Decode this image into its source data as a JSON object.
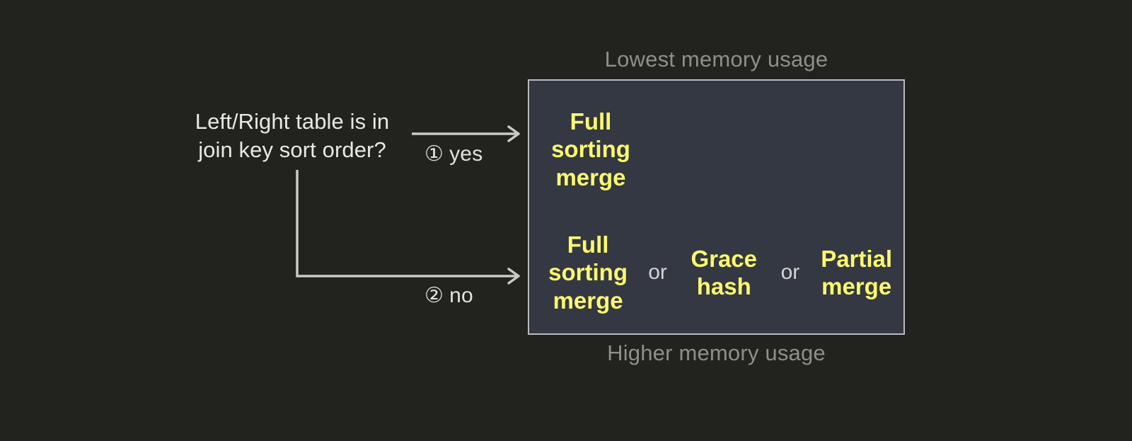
{
  "decision": {
    "question_line1": "Left/Right table is in",
    "question_line2": "join key sort order?"
  },
  "branches": [
    {
      "marker": "①",
      "label": "yes"
    },
    {
      "marker": "②",
      "label": "no"
    }
  ],
  "panel": {
    "sorted_row": {
      "options": [
        "Full\nsorting\nmerge"
      ]
    },
    "unsorted_row": {
      "options": [
        "Full\nsorting\nmerge",
        "Grace\nhash",
        "Partial\nmerge"
      ],
      "separator": "or"
    }
  },
  "captions": {
    "top": "Lowest memory usage",
    "bottom": "Higher memory usage"
  },
  "colors": {
    "background": "#22221e",
    "panel_background": "#343842",
    "panel_border": "#b9bbbd",
    "option_text": "#fbf86f",
    "body_text": "#e8e8e6",
    "caption_text": "#8e8e8b",
    "connector": "#c9cac8"
  }
}
